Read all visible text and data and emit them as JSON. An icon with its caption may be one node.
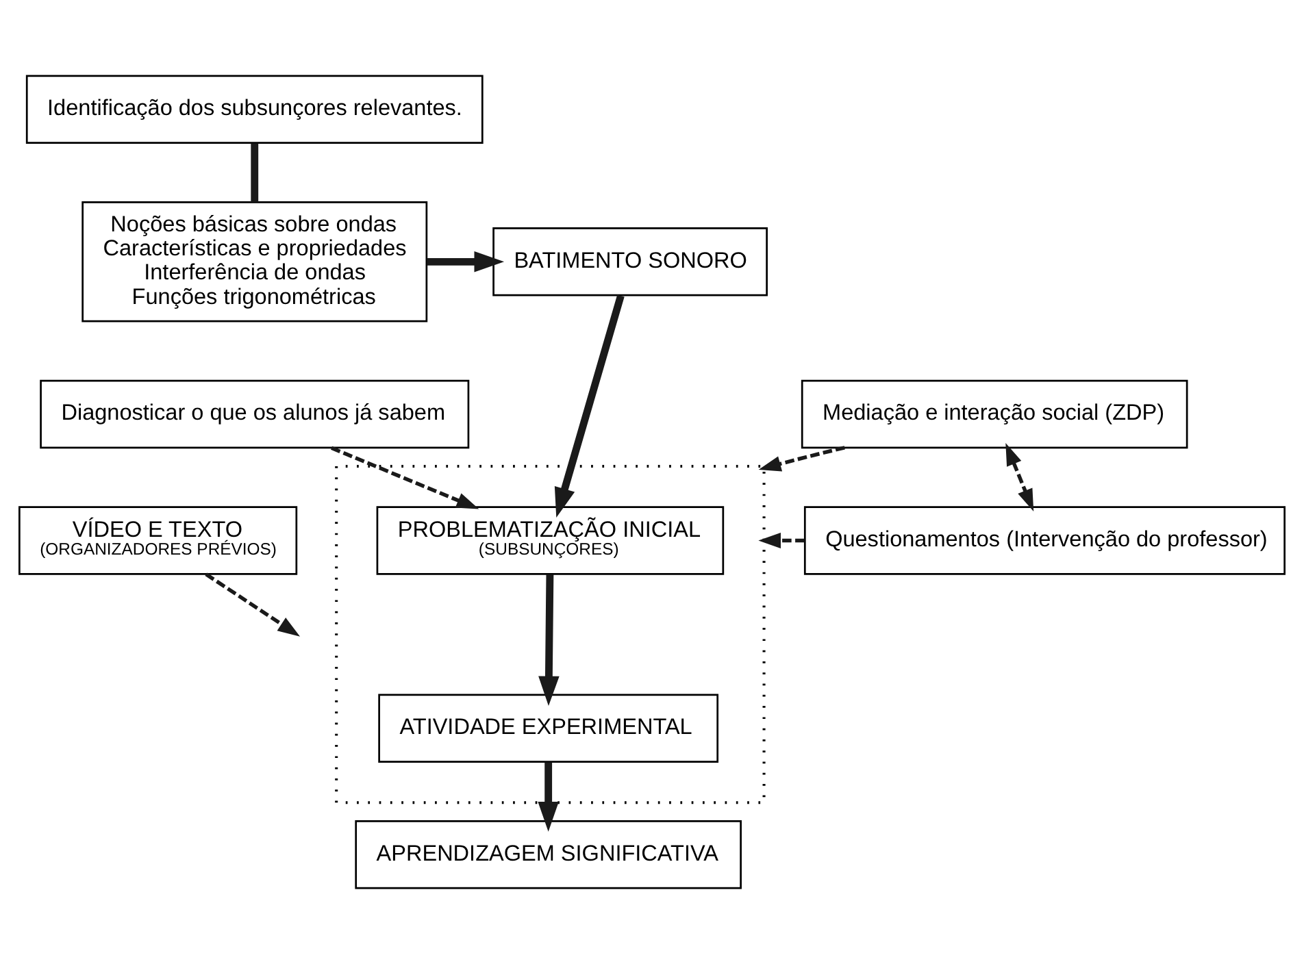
{
  "diagram": {
    "nodes": [
      {
        "text": [
          "Identificação dos subsunçores relevantes."
        ]
      },
      {
        "text": [
          "Noções básicas sobre ondas",
          "Características e propriedades",
          "Interferência de ondas",
          "Funções trigonométricas"
        ]
      },
      {
        "text": [
          "BATIMENTO SONORO"
        ]
      },
      {
        "text": [
          "Diagnosticar o que os alunos já sabem"
        ]
      },
      {
        "text": [],
        "shape": "box"
      },
      {
        "text": [
          "PROBLEMATIZAÇÃO INICIAL",
          "(SUBSUNÇORES)"
        ],
        "in": 4
      },
      {
        "text": [
          "VÍDEO E TEXTO",
          "(ORGANIZADORES PRÉVIOS)"
        ]
      },
      {
        "text": [
          "ATIVIDADE EXPERIMENTAL"
        ],
        "in": 4
      },
      {
        "text": [
          "Mediação e interação social (ZDP)"
        ]
      },
      {
        "text": [
          "Questionamentos (Intervenção do professor)"
        ]
      },
      {
        "text": [
          "APRENDIZAGEM SIGNIFICATIVA"
        ]
      }
    ],
    "edges": [
      {
        "from": 0,
        "to": 1,
        "arrow": "none",
        "style": "thick"
      },
      {
        "from": 1,
        "to": 2,
        "arrow": "to",
        "style": "thick"
      },
      {
        "from": 2,
        "to": 5,
        "arrow": "to",
        "style": "thick"
      },
      {
        "from": 3,
        "to": 5,
        "arrow": "to",
        "style": "dashed"
      },
      {
        "from": 6,
        "to": null,
        "arrow": "to",
        "style": "dashed"
      },
      {
        "from": 8,
        "to": 4,
        "arrow": "to",
        "style": "dashed"
      },
      {
        "from": 9,
        "to": 4,
        "arrow": "to",
        "style": "dashed"
      },
      {
        "from": 8,
        "to": 9,
        "arrow": "both",
        "style": "dashed"
      },
      {
        "from": 5,
        "to": 7,
        "arrow": "to",
        "style": "thick"
      },
      {
        "from": 7,
        "to": 10,
        "arrow": "to",
        "style": "thick"
      }
    ]
  }
}
